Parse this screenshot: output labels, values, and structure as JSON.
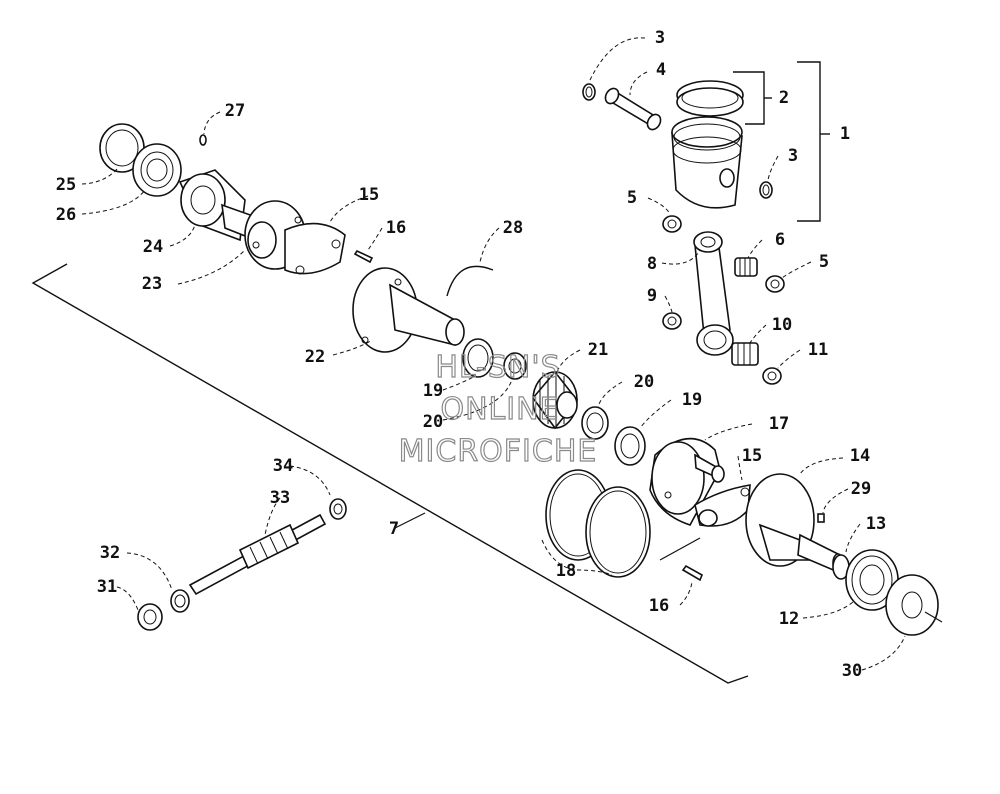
{
  "callouts": {
    "c1": "1",
    "c2": "2",
    "c3a": "3",
    "c3b": "3",
    "c4": "4",
    "c5a": "5",
    "c5b": "5",
    "c6": "6",
    "c7": "7",
    "c8": "8",
    "c9": "9",
    "c10": "10",
    "c11": "11",
    "c12": "12",
    "c13": "13",
    "c14": "14",
    "c15a": "15",
    "c15b": "15",
    "c16a": "16",
    "c16b": "16",
    "c17": "17",
    "c18": "18",
    "c19a": "19",
    "c19b": "19",
    "c20a": "20",
    "c20b": "20",
    "c21": "21",
    "c22": "22",
    "c23": "23",
    "c24": "24",
    "c25": "25",
    "c26": "26",
    "c27": "27",
    "c28": "28",
    "c29": "29",
    "c30": "30",
    "c31": "31",
    "c32": "32",
    "c33": "33",
    "c34": "34"
  },
  "watermark": {
    "line1": "HL-SN'S",
    "line2": "ONLINE",
    "line3": "MICROFICHE"
  }
}
